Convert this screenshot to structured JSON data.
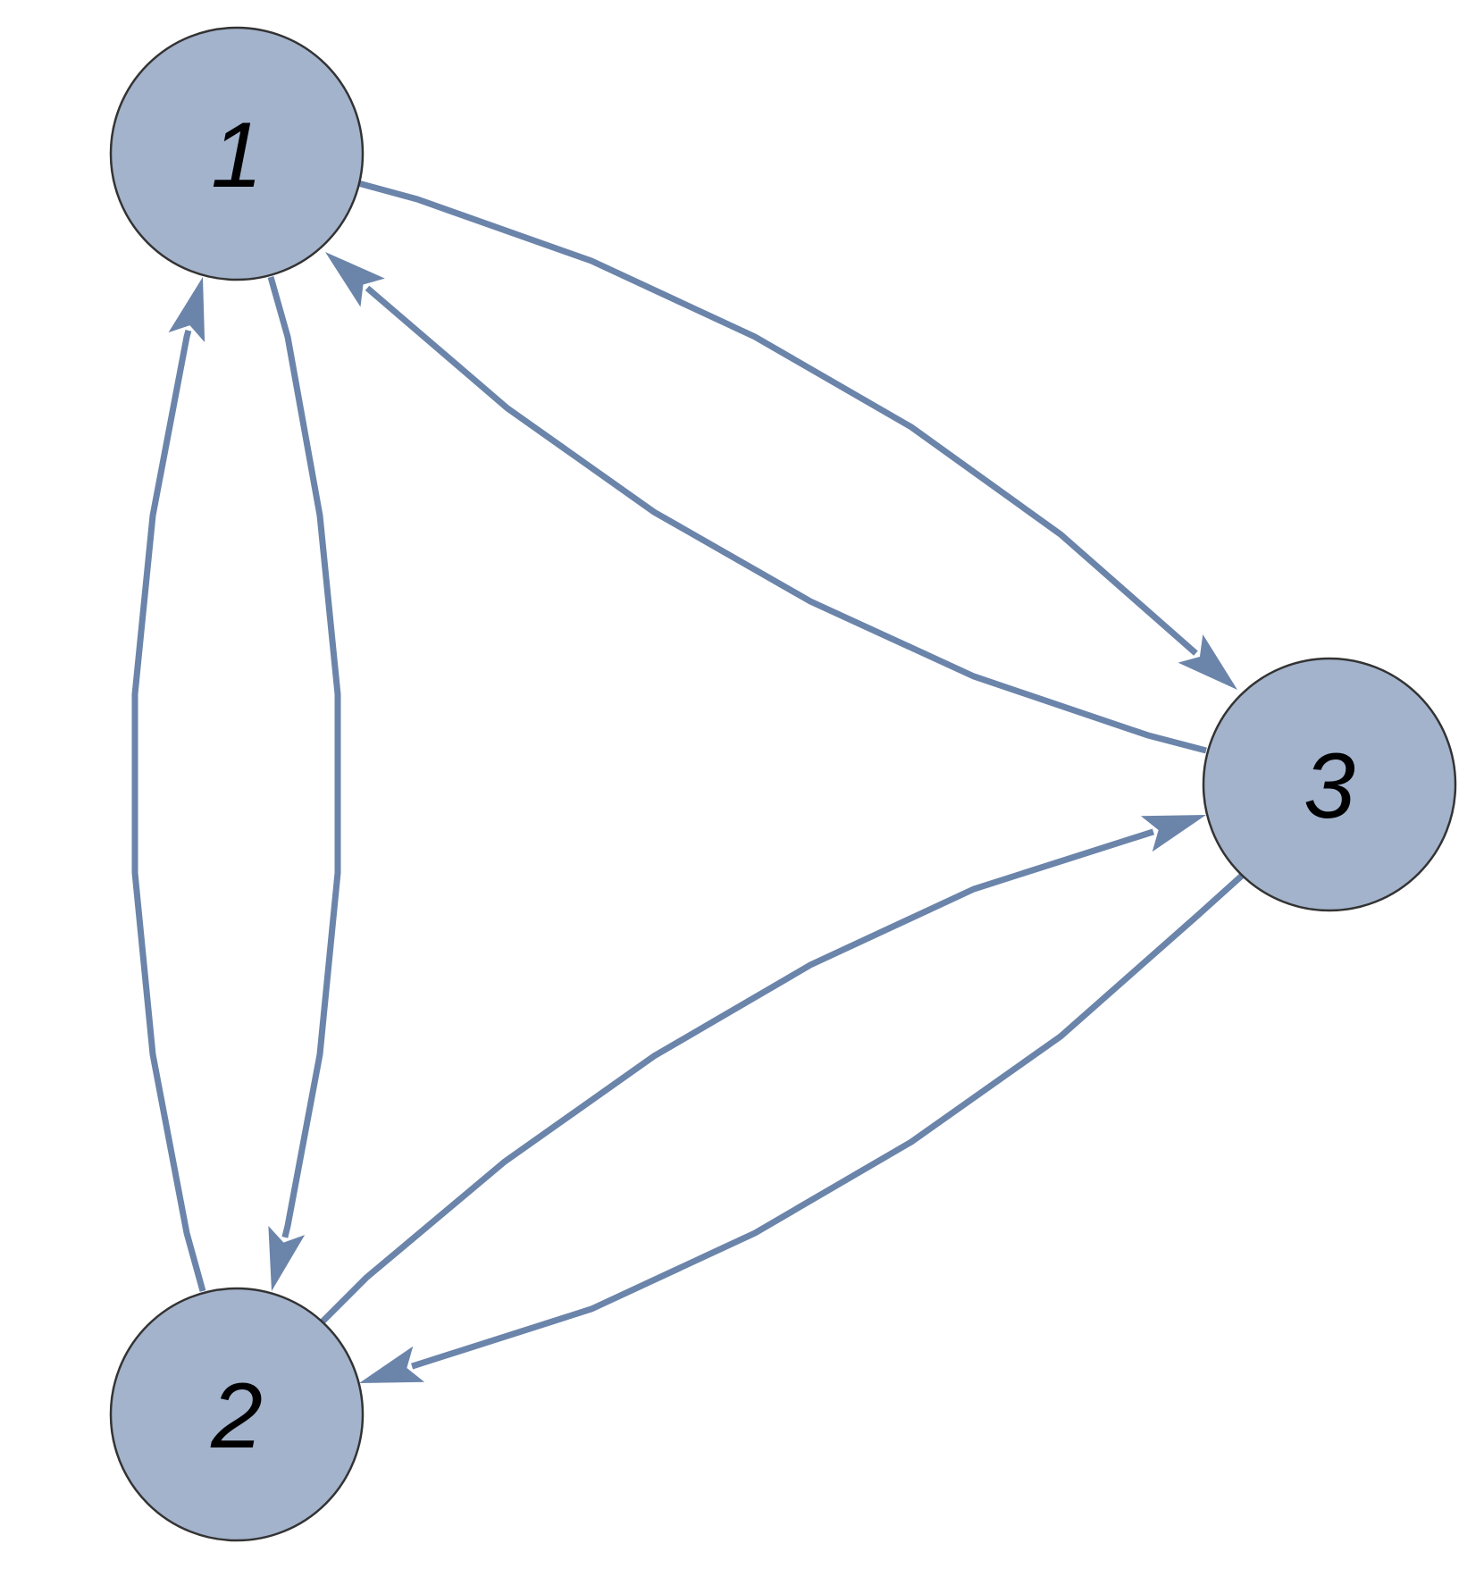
{
  "style": {
    "node_fill": "#a3b3cc",
    "node_stroke": "#333333",
    "edge_color": "#6b84aa",
    "label_color": "#000000"
  },
  "nodes": [
    {
      "id": "1",
      "label": "1"
    },
    {
      "id": "2",
      "label": "2"
    },
    {
      "id": "3",
      "label": "3"
    }
  ],
  "edges": [
    {
      "from": "1",
      "to": "2"
    },
    {
      "from": "2",
      "to": "1"
    },
    {
      "from": "1",
      "to": "3"
    },
    {
      "from": "3",
      "to": "1"
    },
    {
      "from": "2",
      "to": "3"
    },
    {
      "from": "3",
      "to": "2"
    }
  ]
}
